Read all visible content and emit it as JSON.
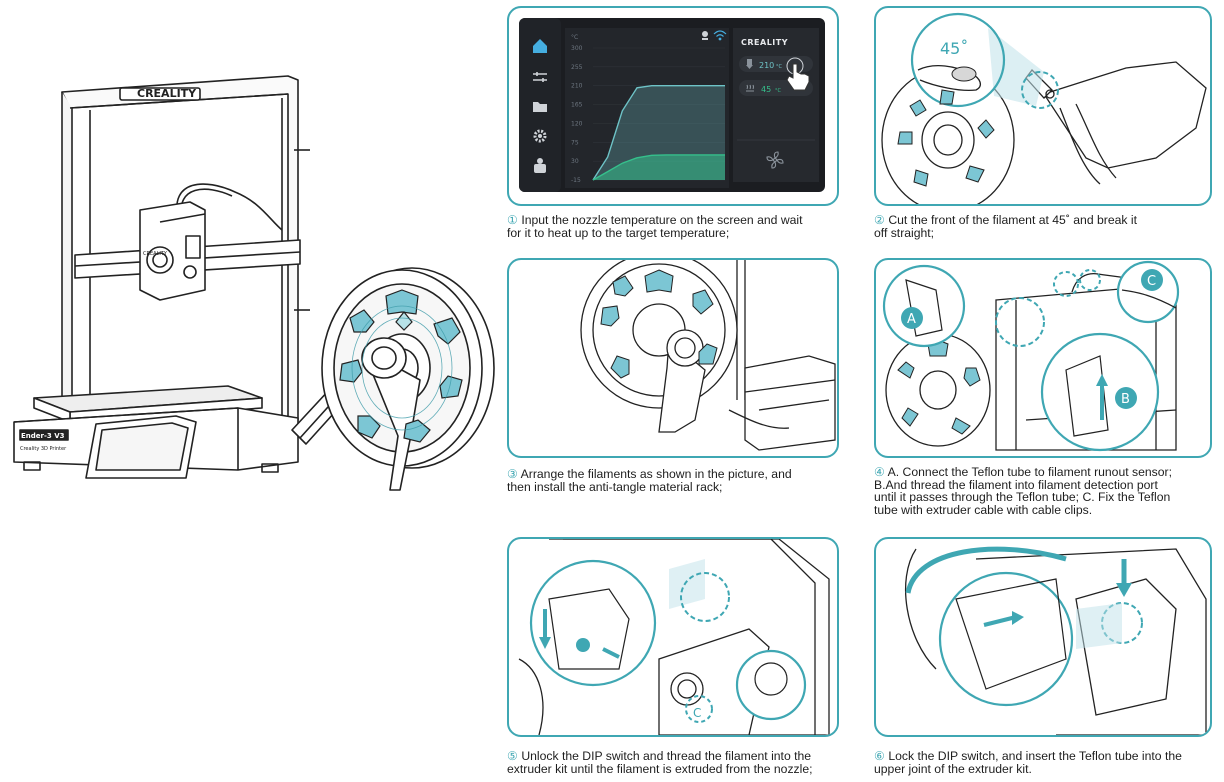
{
  "printer": {
    "brand": "CREALITY",
    "model_label": "Ender-3 V3",
    "sub_label": "Creality 3D Printer"
  },
  "screen": {
    "brand": "CREALITY",
    "unit": "°C",
    "y_ticks": [
      "300",
      "255",
      "210",
      "165",
      "120",
      "75",
      "30",
      "-15"
    ],
    "nozzle_temp": "210",
    "bed_temp": "45",
    "temp_unit": "°C",
    "chart_data": {
      "type": "line",
      "ylabel": "°C",
      "ylim": [
        -15,
        300
      ],
      "series": [
        {
          "values": [
            -15,
            40,
            150,
            205,
            210,
            210,
            210,
            210,
            210,
            210
          ]
        },
        {
          "values": [
            -15,
            5,
            25,
            38,
            44,
            45,
            45,
            45,
            45,
            45
          ]
        }
      ]
    }
  },
  "angle_label": "45˚",
  "callouts": {
    "a": "A",
    "b": "B",
    "c": "C",
    "c2": "C"
  },
  "steps": [
    {
      "num": "①",
      "lines": [
        "Input the nozzle temperature on the screen and wait",
        "for it to heat up to the target temperature;"
      ]
    },
    {
      "num": "②",
      "lines": [
        "Cut the front of the filament at 45˚ and break it",
        "off straight;"
      ]
    },
    {
      "num": "③",
      "lines": [
        "Arrange the filaments as shown in the picture, and",
        "then install the anti-tangle material rack;"
      ]
    },
    {
      "num": "④",
      "lines": [
        "A. Connect the Teflon tube to filament runout sensor;",
        "B.And thread the filament into filament  detection port",
        "until it passes through the Teflon tube; C. Fix the Teflon",
        "tube with extruder cable with cable clips."
      ]
    },
    {
      "num": "⑤",
      "lines": [
        "Unlock the DIP switch and thread the filament into the",
        "extruder kit until the filament is extruded from the nozzle;"
      ]
    },
    {
      "num": "⑥",
      "lines": [
        "Lock the DIP switch, and insert the Teflon tube into the",
        "upper joint of the extruder kit."
      ]
    }
  ],
  "colors": {
    "accent": "#3fa7b3",
    "screen_bg": "#1b1d21",
    "nozzle_series": "#6ec3c7",
    "bed_series": "#35c08c"
  }
}
